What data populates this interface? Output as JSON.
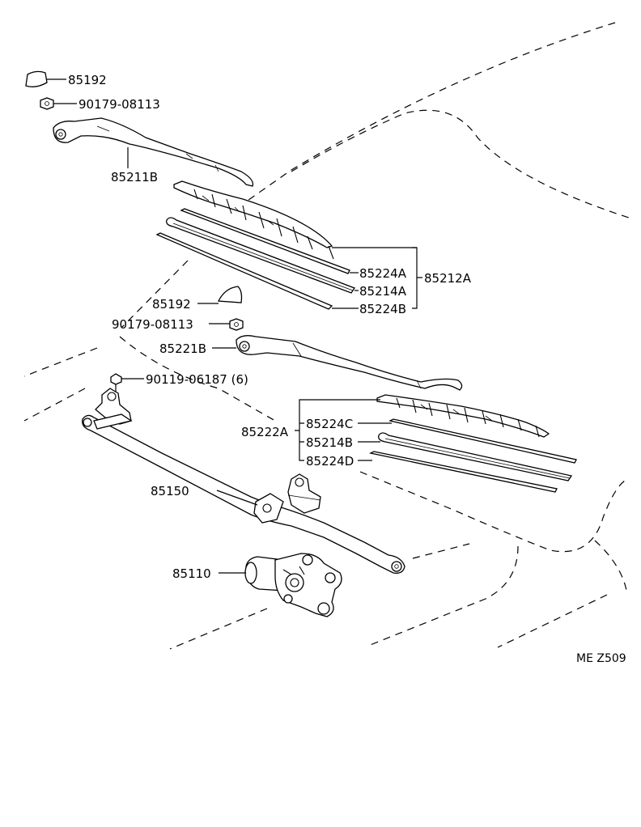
{
  "labels": {
    "cap_upper": "85192",
    "nut_upper": "90179-08113",
    "arm_left": "85211B",
    "insert_a1": "85224A",
    "blade_assy_a": "85212A",
    "rubber_a": "85214A",
    "cap_lower": "85192",
    "insert_b": "85224B",
    "nut_lower": "90179-08113",
    "arm_right": "85221B",
    "bolt": "90119-06187 (6)",
    "blade_assy_right": "85222A",
    "insert_c": "85224C",
    "rubber_b": "85214B",
    "insert_d": "85224D",
    "link": "85150",
    "motor": "85110"
  },
  "diagram_code": "ME Z509"
}
